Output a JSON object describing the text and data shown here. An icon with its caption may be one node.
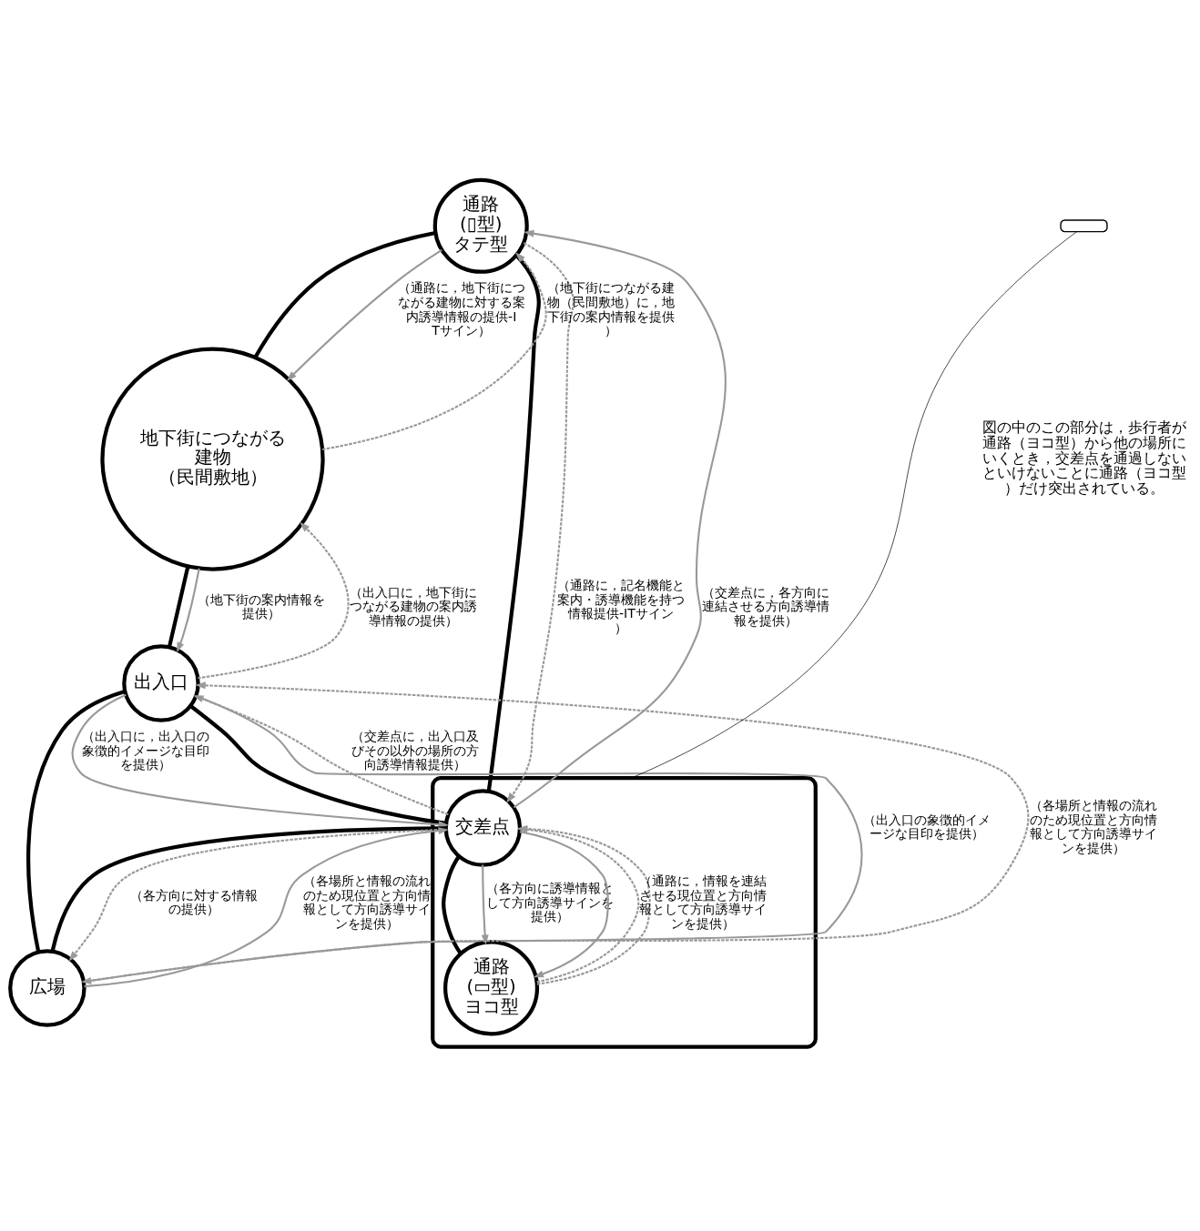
{
  "diagram": {
    "nodes": [
      {
        "text": [
          "通路",
          "(▯型)",
          "タテ型"
        ]
      },
      {
        "text": [
          "地下街につながる建物",
          "（民間敷地）"
        ]
      },
      {
        "text": [
          "出入口"
        ]
      },
      {
        "text": [],
        "shape": "box"
      },
      {
        "text": [
          "交差点"
        ],
        "in": 3
      },
      {
        "text": [
          "通路",
          "(▭型)",
          "ヨコ型"
        ],
        "in": 3
      },
      {
        "text": [
          "広場"
        ]
      },
      {
        "text": [],
        "shape": "box"
      }
    ],
    "edges": [
      {
        "from": 0,
        "to": 1,
        "arrow": "none",
        "style": "thick",
        "color": "#000000"
      },
      {
        "from": 0,
        "to": 4,
        "arrow": "none",
        "style": "thick",
        "color": "#000000"
      },
      {
        "from": 1,
        "to": 2,
        "arrow": "none",
        "style": "thick",
        "color": "#000000"
      },
      {
        "from": 2,
        "to": 4,
        "arrow": "none",
        "style": "thick",
        "color": "#000000"
      },
      {
        "from": 4,
        "to": 5,
        "arrow": "none",
        "style": "thick",
        "color": "#000000"
      },
      {
        "from": 2,
        "to": 6,
        "arrow": "none",
        "style": "thick",
        "color": "#000000"
      },
      {
        "from": 4,
        "to": 6,
        "arrow": "none",
        "style": "thick",
        "color": "#000000"
      },
      {
        "from": 0,
        "to": 1,
        "arrow": "to",
        "label": "（通路に，地下街につながる建物に対する案内誘導情報の提供-ITサイン）"
      },
      {
        "from": 1,
        "to": 0,
        "arrow": "to",
        "style": "dashed",
        "label": "（地下街につながる建物（民間敷地）に，地下街の案内情報を提供）"
      },
      {
        "from": 1,
        "to": 2,
        "arrow": "to",
        "label": "（地下街の案内情報を提供）"
      },
      {
        "from": 2,
        "to": 1,
        "arrow": "to",
        "style": "dashed",
        "label": "（出入口に，地下街につながる建物の案内誘導情報の提供）"
      },
      {
        "from": 0,
        "to": 4,
        "arrow": "to",
        "style": "dashed",
        "label": "（通路に，記名機能と案内・誘導機能を持つ情報提供-ITサイン）"
      },
      {
        "from": 4,
        "to": 0,
        "arrow": "to",
        "label": "（交差点に，各方向に連結させる方向誘導情報を提供）"
      },
      {
        "from": 4,
        "to": 2,
        "arrow": "to",
        "style": "dashed",
        "label": "（交差点に，出入口及びその以外の場所の方向誘導情報提供）"
      },
      {
        "from": 2,
        "to": 4,
        "arrow": "to",
        "label": "（出入口に，出入口の象徴的イメージな目印を提供）"
      },
      {
        "from": 5,
        "to": 4,
        "arrow": "to",
        "style": "dashed"
      },
      {
        "from": 5,
        "to": 4,
        "arrow": "to",
        "style": "dashed",
        "label": "（通路に，情報を連結させる現位置と方向情報として方向誘導サインを提供）"
      },
      {
        "from": 4,
        "to": 5,
        "arrow": "to",
        "label": "（各方向に誘導情報として方向誘導サインを提供）"
      },
      {
        "from": 4,
        "to": 5,
        "arrow": "to"
      },
      {
        "from": 6,
        "to": 2,
        "arrow": "to",
        "style": "dashed",
        "label": "（各場所と情報の流れのため現位置と方向情報として方向誘導サインを提供）"
      },
      {
        "from": 2,
        "to": 6,
        "arrow": "to",
        "label": "（出入口の象徴的イメージな目印を提供）"
      },
      {
        "from": 4,
        "to": 6,
        "arrow": "to",
        "style": "dashed",
        "label": "（各方向に対する情報の提供）"
      },
      {
        "from": 6,
        "to": 4,
        "arrow": "to",
        "label": "（各場所と情報の流れのため現位置と方向情報として方向誘導サインを提供）"
      },
      {
        "from": 7,
        "to": 3,
        "arrow": "none",
        "color": "#000000"
      }
    ],
    "labels": [
      "図の中のこの部分は，歩行者が通路（ヨコ型）から他の場所にいくとき，交差点を通過しないといけないことに通路（ヨコ型）だけ突出されている。"
    ]
  }
}
